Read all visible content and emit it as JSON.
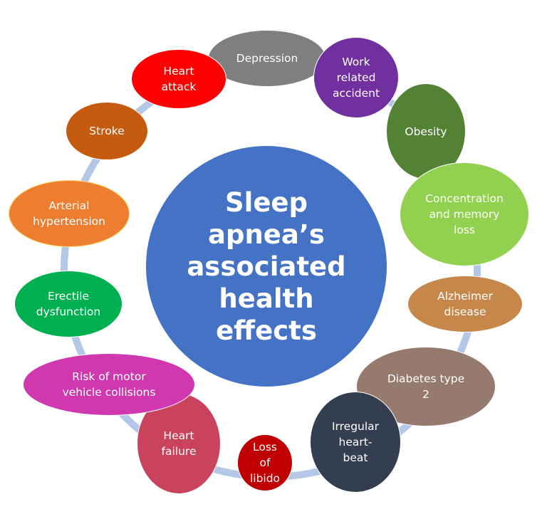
{
  "diagram": {
    "title": "Sleep\napnea’s\nassociated\nhealth\neffects",
    "center_color": "#4472c4",
    "ring_color": "#b4c7e7",
    "nodes": [
      {
        "label": "Depression",
        "color": "#7f7f7f"
      },
      {
        "label": "Work\nrelated\naccident",
        "color": "#7030a0"
      },
      {
        "label": "Obesity",
        "color": "#548235"
      },
      {
        "label": "Concentration\nand memory\nloss",
        "color": "#92d050"
      },
      {
        "label": "Alzheimer\ndisease",
        "color": "#c5884a"
      },
      {
        "label": "Diabetes type\n2",
        "color": "#967a6e"
      },
      {
        "label": "Irregular\nheart-\nbeat",
        "color": "#333f50"
      },
      {
        "label": "Loss\nof\nlibido",
        "color": "#c00000"
      },
      {
        "label": "Heart\nfailure",
        "color": "#c9435c"
      },
      {
        "label": "Risk of motor\nvehicle collisions",
        "color": "#d038b0"
      },
      {
        "label": "Erectile\ndysfunction",
        "color": "#00b050"
      },
      {
        "label": "Arterial\nhypertension",
        "color": "#ed7d31"
      },
      {
        "label": "Stroke",
        "color": "#c55a11"
      },
      {
        "label": "Heart\nattack",
        "color": "#ff0000"
      }
    ]
  }
}
